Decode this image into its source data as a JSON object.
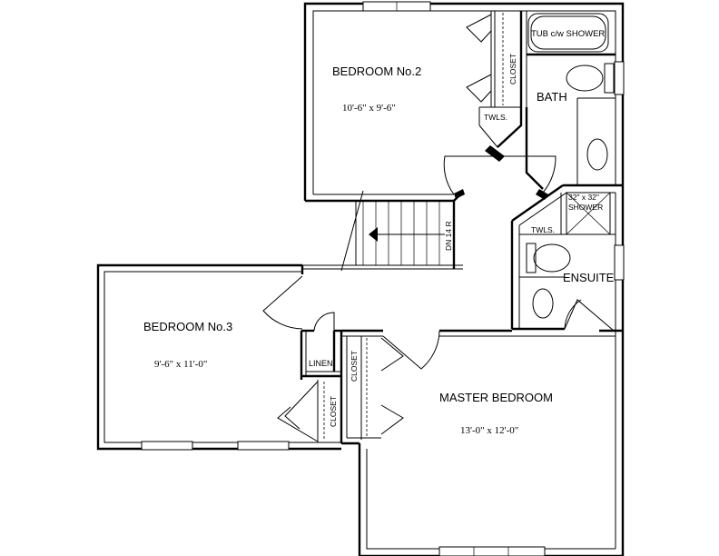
{
  "rooms": {
    "bedroom2": {
      "name": "BEDROOM No.2",
      "dims": "10'-6\" x 9'-6\""
    },
    "bedroom3": {
      "name": "BEDROOM No.3",
      "dims": "9'-6\" x 11'-0\""
    },
    "master": {
      "name": "MASTER BEDROOM",
      "dims": "13'-0\" x 12'-0\""
    },
    "bath": {
      "name": "BATH"
    },
    "ensuite": {
      "name": "ENSUITE"
    }
  },
  "labels": {
    "tub": "TUB c/w SHOWER",
    "shower_size": "32\" x 32\"",
    "shower": "SHOWER",
    "twls_bath": "TWLS.",
    "twls_ensuite": "TWLS.",
    "closet_bed2": "CLOSET",
    "closet_bed3": "CLOSET",
    "closet_master": "CLOSET",
    "linen": "LINEN",
    "stair": "DN 14 R"
  }
}
